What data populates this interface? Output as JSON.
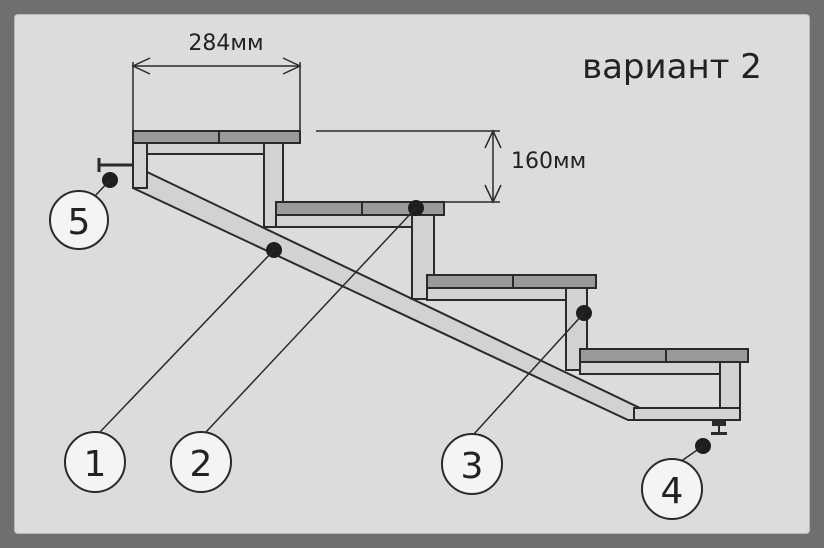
{
  "title": "вариант 2",
  "dimensions": {
    "tread_width": "284мм",
    "riser_height": "160мм"
  },
  "callouts": [
    {
      "id": "1",
      "label": "1"
    },
    {
      "id": "2",
      "label": "2"
    },
    {
      "id": "3",
      "label": "3"
    },
    {
      "id": "4",
      "label": "4"
    },
    {
      "id": "5",
      "label": "5"
    }
  ],
  "colors": {
    "background": "#dcdcdc",
    "border": "#6f6f6f",
    "board_fill": "#9a9a9a",
    "frame_fill": "#d2d2d2",
    "stroke": "#2a2a2a"
  }
}
